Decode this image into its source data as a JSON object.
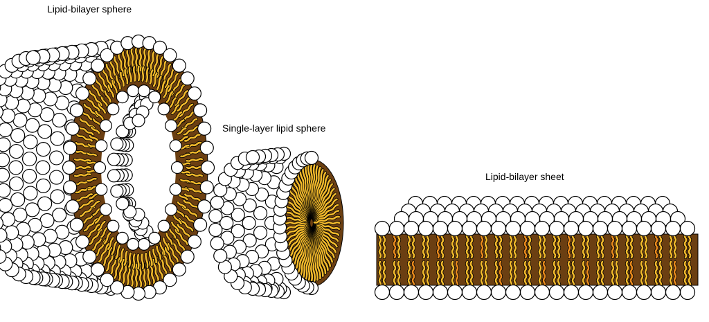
{
  "labels": {
    "bilayer_sphere": "Lipid-bilayer sphere",
    "single_layer_sphere": "Single-layer lipid sphere",
    "bilayer_sheet": "Lipid-bilayer sheet"
  },
  "colors": {
    "head_fill": "#ffffff",
    "outline": "#000000",
    "tail_yellow": "#f2b92b",
    "tail_orange": "#e98a1c",
    "core_brown": "#6b3f12"
  }
}
